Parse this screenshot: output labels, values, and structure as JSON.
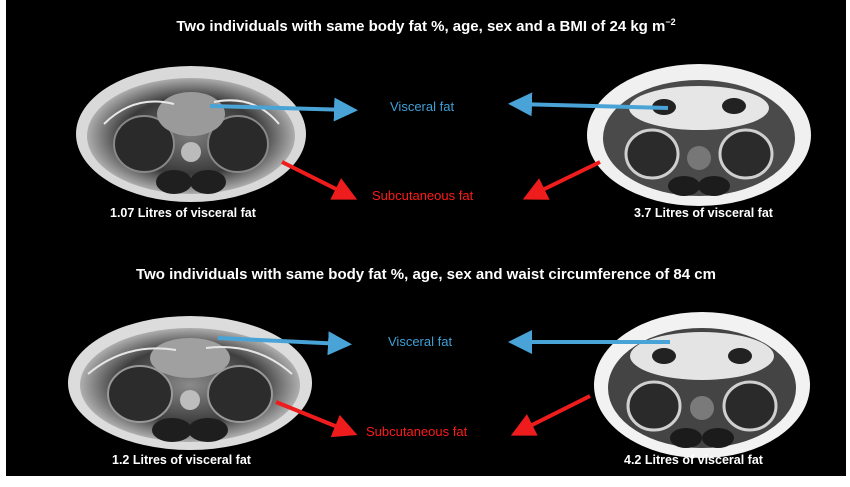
{
  "rows": [
    {
      "title": "Two individuals with same body fat %, age, sex and a BMI of 24 kg m",
      "title_sup": "−2",
      "left_caption": "1.07 Litres of visceral fat",
      "right_caption": "3.7 Litres of visceral fat",
      "visceral_label": "Visceral fat",
      "subcutaneous_label": "Subcutaneous fat"
    },
    {
      "title": "Two individuals with same body fat %, age, sex and waist circumference of 84 cm",
      "left_caption": "1.2 Litres of visceral fat",
      "right_caption": "4.2 Litres of visceral fat",
      "visceral_label": "Visceral fat",
      "subcutaneous_label": "Subcutaneous fat"
    }
  ],
  "colors": {
    "background": "#000000",
    "visceral_arrow": "#4aa3d6",
    "subcutaneous_arrow": "#ee1c1c",
    "text": "#ffffff"
  },
  "images": [
    "abdominal-mri-scan-low-visceral-fat",
    "abdominal-mri-scan-high-visceral-fat",
    "abdominal-mri-scan-low-visceral-fat",
    "abdominal-mri-scan-high-visceral-fat"
  ]
}
